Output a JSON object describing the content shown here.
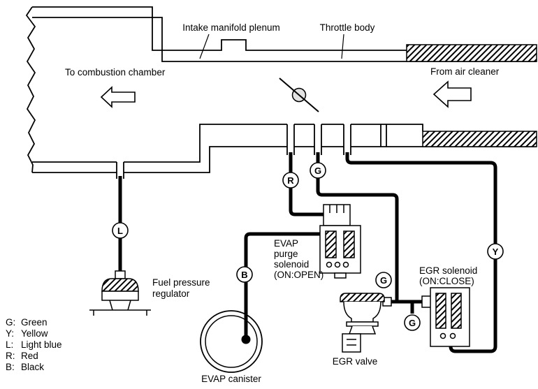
{
  "labels": {
    "intake_manifold_plenum": "Intake manifold plenum",
    "throttle_body": "Throttle body",
    "to_combustion_chamber": "To combustion chamber",
    "from_air_cleaner": "From air cleaner",
    "fuel_pressure_regulator_1": "Fuel pressure",
    "fuel_pressure_regulator_2": "regulator",
    "evap_1": "EVAP",
    "evap_2": "purge",
    "evap_3": "solenoid",
    "evap_4": "(ON:OPEN)",
    "egr_solenoid_1": "EGR solenoid",
    "egr_solenoid_2": "(ON:CLOSE)",
    "egr_valve": "EGR valve",
    "evap_canister": "EVAP canister"
  },
  "hose_markers": {
    "L": "L",
    "R": "R",
    "G_port": "G",
    "B": "B",
    "Y": "Y",
    "G_egr_upper": "G",
    "G_egr_lower": "G"
  },
  "legend": {
    "entries": [
      {
        "code": "G:",
        "name": "Green"
      },
      {
        "code": "Y:",
        "name": "Yellow"
      },
      {
        "code": "L:",
        "name": "Light blue"
      },
      {
        "code": "R:",
        "name": "Red"
      },
      {
        "code": "B:",
        "name": "Black"
      }
    ]
  },
  "colors": {
    "ink": "#000000",
    "paper": "#ffffff"
  }
}
